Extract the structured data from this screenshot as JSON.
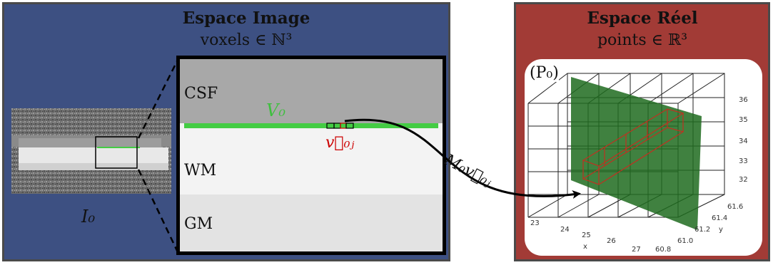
{
  "image_space": {
    "title": "Espace Image",
    "subtitle": "voxels ∈ ℕ³",
    "image_label": "I₀",
    "tissues": [
      "CSF",
      "WM",
      "GM"
    ],
    "line_label": "V₀",
    "vector_label": "v⃗₀ⱼ",
    "colors": {
      "panel": "#3d5082",
      "line": "#44cc44",
      "vector": "#cc0000"
    }
  },
  "transform_label": "M₀v⃗₀ⱼ",
  "real_space": {
    "title": "Espace Réel",
    "subtitle": "points ∈ ℝ³",
    "plot_label": "(P₀)",
    "x_ticks": [
      "23",
      "24",
      "25",
      "26",
      "27"
    ],
    "x_axis": "x",
    "y_ticks": [
      "60.8",
      "61.0",
      "61.2",
      "61.4",
      "61.6"
    ],
    "y_axis": "y",
    "z_ticks": [
      "32",
      "33",
      "34",
      "35",
      "36"
    ],
    "colors": {
      "panel": "#a23b36",
      "plane": "#1f6b1f"
    }
  }
}
